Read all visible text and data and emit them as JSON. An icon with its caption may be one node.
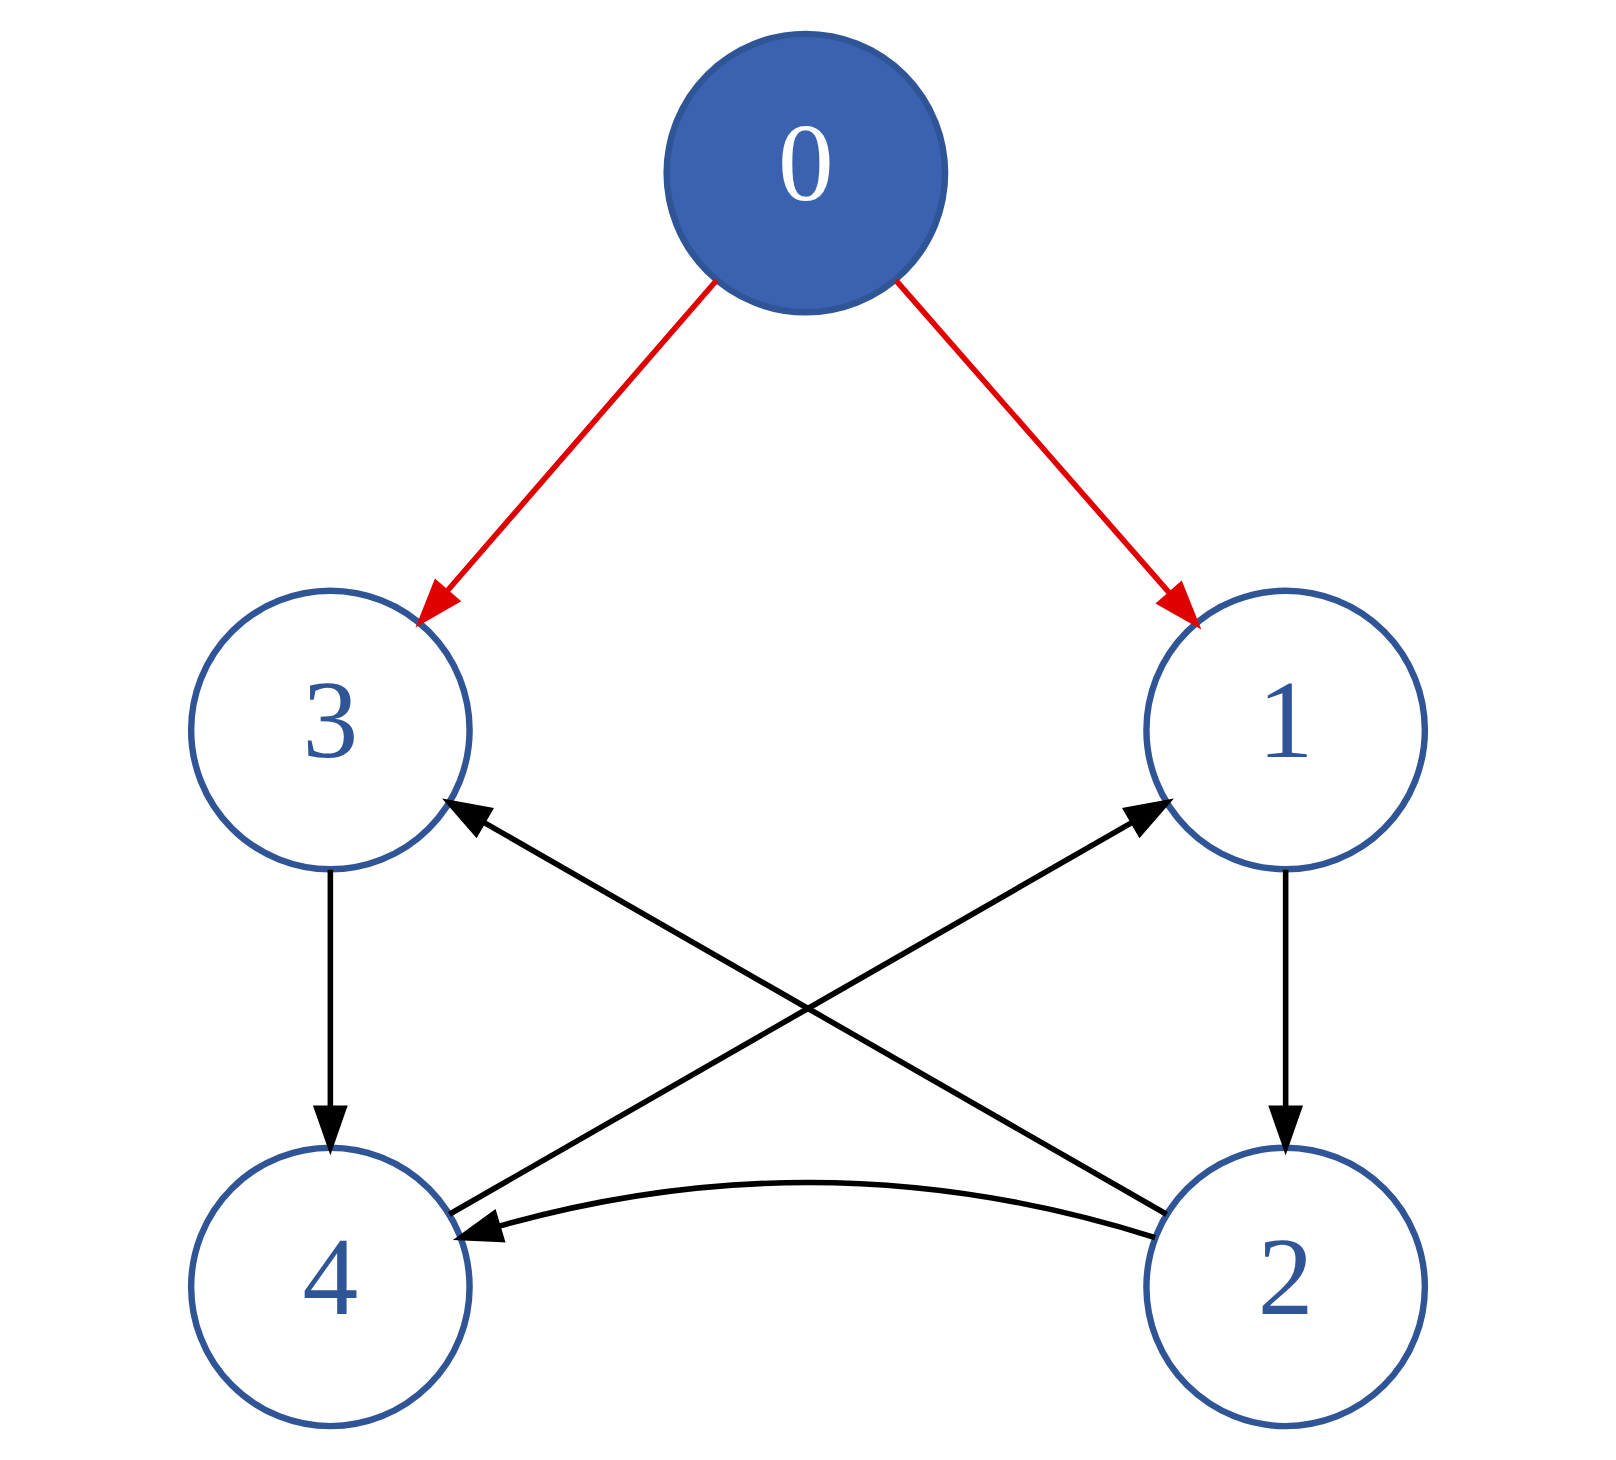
{
  "diagram": {
    "nodes": [
      {
        "text": [
          "0"
        ]
      },
      {
        "text": [
          "3"
        ]
      },
      {
        "text": [
          "1"
        ]
      },
      {
        "text": [
          "4"
        ]
      },
      {
        "text": [
          "2"
        ]
      }
    ],
    "edges": [
      {
        "from": 0,
        "to": 1,
        "arrow": "to",
        "color": "#e00000"
      },
      {
        "from": 0,
        "to": 2,
        "arrow": "to",
        "color": "#e00000"
      },
      {
        "from": 1,
        "to": 3,
        "arrow": "to"
      },
      {
        "from": 2,
        "to": 4,
        "arrow": "to"
      },
      {
        "from": 4,
        "to": 1,
        "arrow": "to"
      },
      {
        "from": 3,
        "to": 2,
        "arrow": "to"
      },
      {
        "from": 4,
        "to": 3,
        "arrow": "to"
      }
    ]
  }
}
